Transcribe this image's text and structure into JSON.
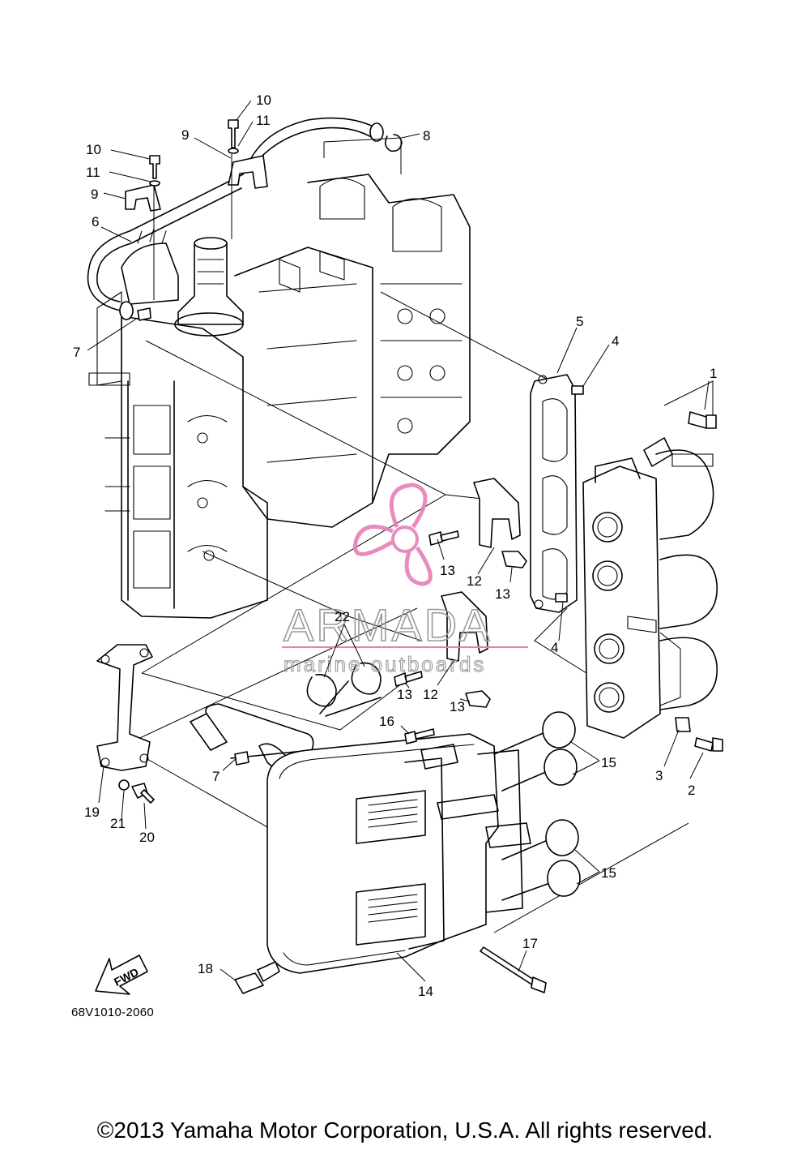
{
  "diagram": {
    "part_numbers": {
      "p1": "1",
      "p2": "2",
      "p3": "3",
      "p4a": "4",
      "p4b": "4",
      "p5": "5",
      "p6": "6",
      "p7a": "7",
      "p7b": "7",
      "p8": "8",
      "p9a": "9",
      "p9b": "9",
      "p10a": "10",
      "p10b": "10",
      "p11a": "11",
      "p11b": "11",
      "p12a": "12",
      "p12b": "12",
      "p13a": "13",
      "p13b": "13",
      "p13c": "13",
      "p13d": "13",
      "p14": "14",
      "p15a": "15",
      "p15b": "15",
      "p16": "16",
      "p17": "17",
      "p18": "18",
      "p19": "19",
      "p20": "20",
      "p21": "21",
      "p22": "22"
    },
    "fwd_label": "FWD",
    "code": "68V1010-2060",
    "watermark": {
      "brand": "ARMADA",
      "sub": "marine outboards",
      "color": "#e67fb8"
    },
    "copyright": "©2013 Yamaha Motor Corporation, U.S.A. All rights reserved."
  }
}
